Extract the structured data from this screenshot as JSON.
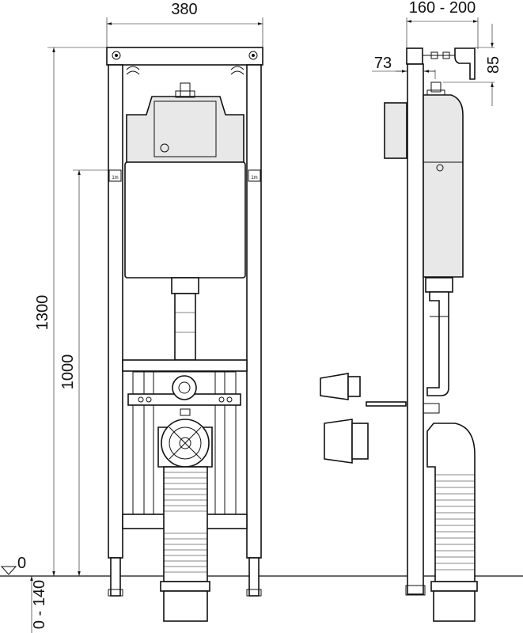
{
  "dimensions": {
    "width": "380",
    "side_depth": "160 - 200",
    "offset": "73",
    "bracket_height": "85",
    "total_height": "1300",
    "mount_height": "1000",
    "floor_level": "0",
    "foot_adjust": "0 - 140"
  },
  "markers": {
    "left_marker": "1m",
    "right_marker": "1m"
  }
}
